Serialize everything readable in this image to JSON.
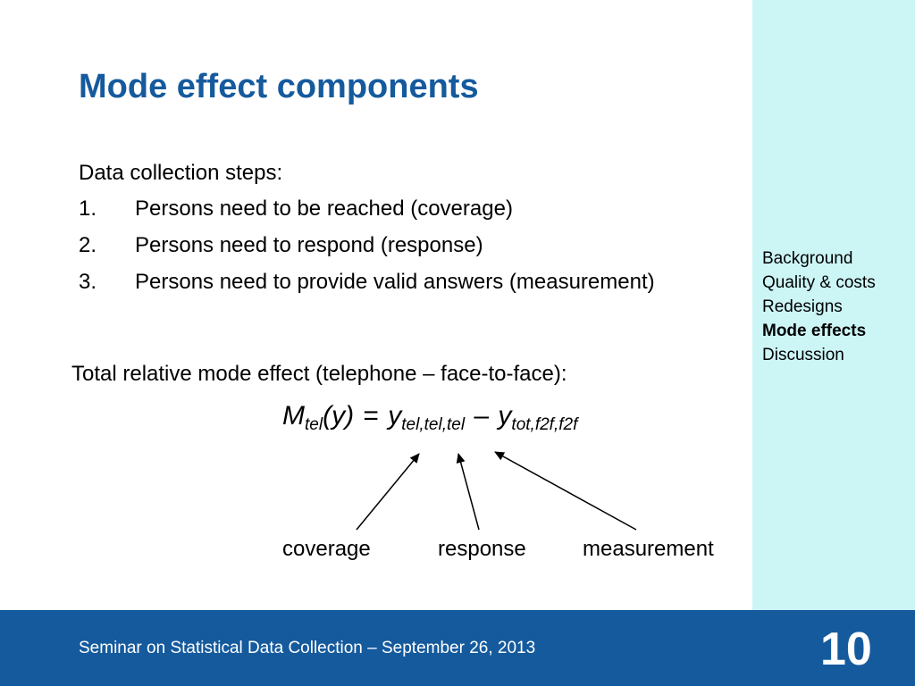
{
  "slide": {
    "title": "Mode effect components",
    "intro": "Data collection steps:",
    "steps": [
      {
        "num": "1.",
        "text": "Persons need to be reached (coverage)"
      },
      {
        "num": "2.",
        "text": "Persons need to respond (response)"
      },
      {
        "num": "3.",
        "text": "Persons need to provide valid answers (measurement)"
      }
    ],
    "total_label": "Total relative mode effect (telephone – face-to-face):",
    "formula": {
      "m": "M",
      "m_sub": "tel",
      "arg": "(y)",
      "eq": "=",
      "y1": "y",
      "y1_sub": "tel,tel,tel",
      "minus": "–",
      "y2": "y",
      "y2_sub": "tot,f2f,f2f"
    },
    "component_labels": {
      "coverage": "coverage",
      "response": "response",
      "measurement": "measurement"
    }
  },
  "sidebar": {
    "items": [
      {
        "label": "Background",
        "current": false
      },
      {
        "label": "Quality & costs",
        "current": false
      },
      {
        "label": "Redesigns",
        "current": false
      },
      {
        "label": "Mode effects",
        "current": true
      },
      {
        "label": "Discussion",
        "current": false
      }
    ]
  },
  "footer": {
    "text": "Seminar on Statistical Data Collection – September 26, 2013",
    "page_number": "10"
  },
  "colors": {
    "title": "#155a9d",
    "footer_bg": "#155a9d",
    "sidebar_bg": "#ccf5f6"
  }
}
